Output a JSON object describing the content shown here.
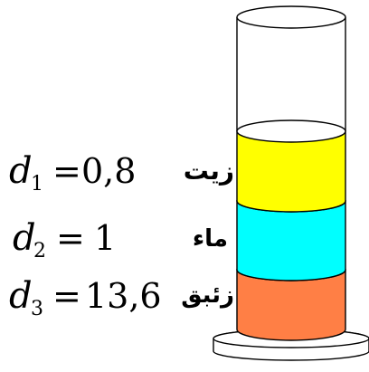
{
  "layers": [
    {
      "label": "زيت",
      "symbol": "d",
      "subscript": "1",
      "equals": "=",
      "value": "0,8",
      "color": "#ffff00"
    },
    {
      "label": "ماء",
      "symbol": "d",
      "subscript": "2",
      "equals": "=",
      "value": "1",
      "color": "#00ffff"
    },
    {
      "label": "زئبق",
      "symbol": "d",
      "subscript": "3",
      "equals": "=",
      "value": "13,6",
      "color": "#ff7f45"
    }
  ],
  "colors": {
    "outline": "#000000",
    "empty_glass": "#ffffff"
  }
}
